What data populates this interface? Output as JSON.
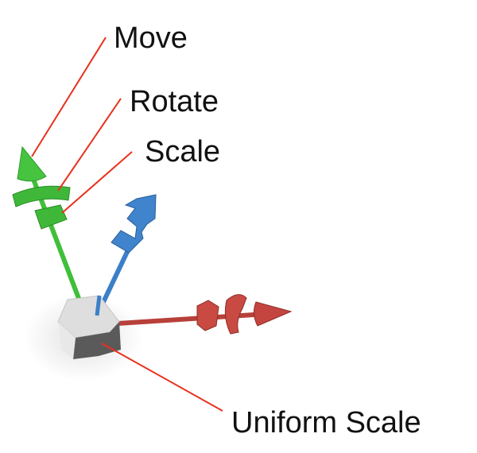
{
  "labels": {
    "move": "Move",
    "rotate": "Rotate",
    "scale": "Scale",
    "uniform_scale": "Uniform Scale"
  },
  "colors": {
    "x_axis": "#c8443c",
    "y_axis": "#3fbf3a",
    "z_axis": "#3c7fc8",
    "leader": "#e8321e",
    "cube": "#d8d8d8"
  }
}
